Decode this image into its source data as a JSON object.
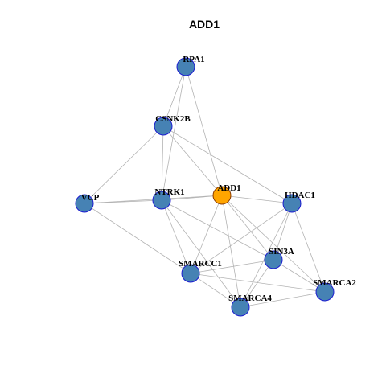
{
  "title": "ADD1",
  "colors": {
    "node_fill": "#4682b4",
    "node_stroke": "#1c1cd0",
    "focus_fill": "#ffa500",
    "focus_stroke": "#8b3a00",
    "edge": "#b3b3b3"
  },
  "nodes": [
    {
      "id": "RPA1",
      "label": "RPA1",
      "focus": false
    },
    {
      "id": "CSNK2B",
      "label": "CSNK2B",
      "focus": false
    },
    {
      "id": "VCP",
      "label": "VCP",
      "focus": false
    },
    {
      "id": "NTRK1",
      "label": "NTRK1",
      "focus": false
    },
    {
      "id": "ADD1",
      "label": "ADD1",
      "focus": true
    },
    {
      "id": "HDAC1",
      "label": "HDAC1",
      "focus": false
    },
    {
      "id": "SIN3A",
      "label": "SIN3A",
      "focus": false
    },
    {
      "id": "SMARCC1",
      "label": "SMARCC1",
      "focus": false
    },
    {
      "id": "SMARCA2",
      "label": "SMARCA2",
      "focus": false
    },
    {
      "id": "SMARCA4",
      "label": "SMARCA4",
      "focus": false
    }
  ],
  "edges": [
    [
      "RPA1",
      "CSNK2B"
    ],
    [
      "RPA1",
      "NTRK1"
    ],
    [
      "RPA1",
      "ADD1"
    ],
    [
      "CSNK2B",
      "VCP"
    ],
    [
      "CSNK2B",
      "NTRK1"
    ],
    [
      "CSNK2B",
      "ADD1"
    ],
    [
      "CSNK2B",
      "HDAC1"
    ],
    [
      "VCP",
      "NTRK1"
    ],
    [
      "VCP",
      "ADD1"
    ],
    [
      "VCP",
      "SMARCC1"
    ],
    [
      "NTRK1",
      "ADD1"
    ],
    [
      "NTRK1",
      "SIN3A"
    ],
    [
      "NTRK1",
      "SMARCC1"
    ],
    [
      "NTRK1",
      "SMARCA4"
    ],
    [
      "ADD1",
      "HDAC1"
    ],
    [
      "ADD1",
      "SIN3A"
    ],
    [
      "ADD1",
      "SMARCC1"
    ],
    [
      "ADD1",
      "SMARCA2"
    ],
    [
      "ADD1",
      "SMARCA4"
    ],
    [
      "HDAC1",
      "SIN3A"
    ],
    [
      "HDAC1",
      "SMARCC1"
    ],
    [
      "HDAC1",
      "SMARCA2"
    ],
    [
      "HDAC1",
      "SMARCA4"
    ],
    [
      "SIN3A",
      "SMARCC1"
    ],
    [
      "SIN3A",
      "SMARCA2"
    ],
    [
      "SIN3A",
      "SMARCA4"
    ],
    [
      "SMARCC1",
      "SMARCA2"
    ],
    [
      "SMARCC1",
      "SMARCA4"
    ],
    [
      "SMARCA2",
      "SMARCA4"
    ]
  ]
}
